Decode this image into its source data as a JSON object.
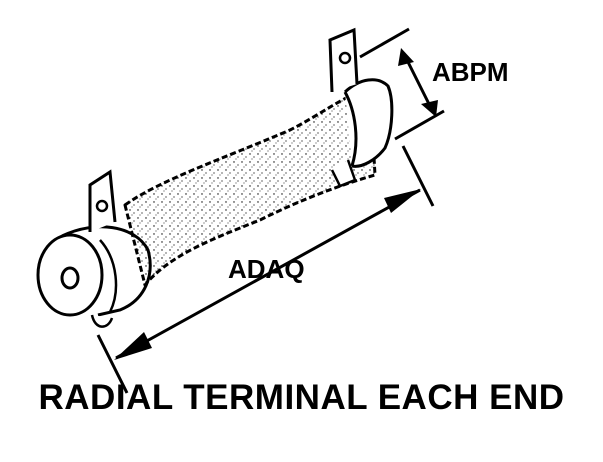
{
  "labels": {
    "height_dimension": "ABPM",
    "length_dimension": "ADAQ"
  },
  "caption": "RADIAL TERMINAL EACH END",
  "colors": {
    "ink": "#000000",
    "paper": "#ffffff"
  }
}
